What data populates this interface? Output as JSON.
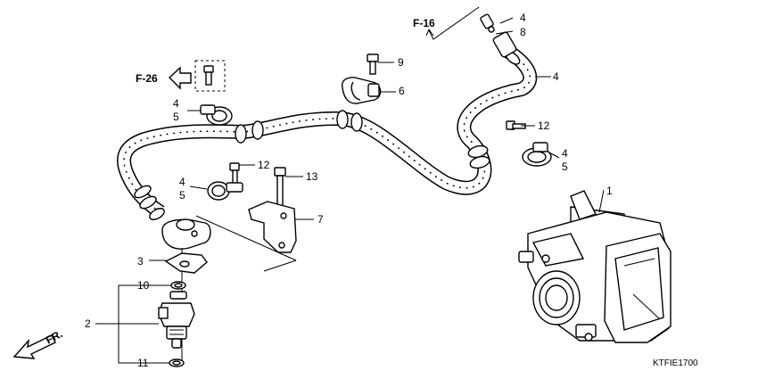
{
  "references": {
    "f16": "F-16",
    "f26": "F-26",
    "front": "FR."
  },
  "callouts": {
    "c1": "1",
    "c2": "2",
    "c3": "3",
    "c4a": "4",
    "c4b": "4",
    "c4c": "4",
    "c4d": "4",
    "c4e": "4",
    "c5a": "5",
    "c5b": "5",
    "c5c": "5",
    "c6": "6",
    "c7": "7",
    "c8": "8",
    "c9": "9",
    "c10": "10",
    "c11": "11",
    "c12a": "12",
    "c12b": "12",
    "c13": "13"
  },
  "diagram_code": "KTFIE1700"
}
